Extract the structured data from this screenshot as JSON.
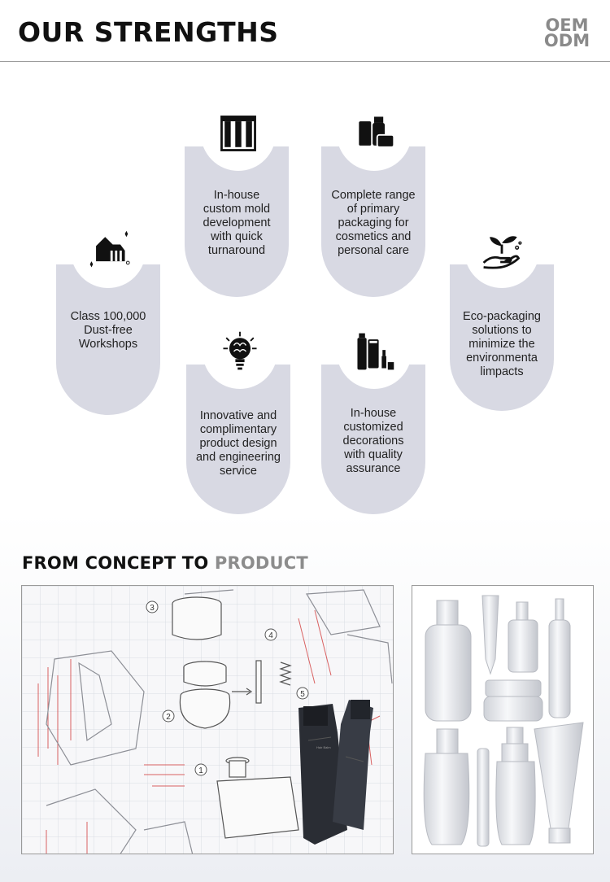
{
  "header": {
    "title": "OUR STRENGTHS",
    "brand_line1": "OEM",
    "brand_line2": "ODM"
  },
  "strengths": [
    {
      "icon": "factory-icon",
      "text": "Class 100,000\nDust-free\nWorkshops"
    },
    {
      "icon": "mold-icon",
      "text": "In-house\ncustom mold\ndevelopment\nwith quick\nturnaround"
    },
    {
      "icon": "bottles-icon",
      "text": "Complete range\nof primary\npackaging for\ncosmetics and\npersonal care"
    },
    {
      "icon": "lightbulb-brain-icon",
      "text": "Innovative and\ncomplimentary\nproduct design\nand engineering\nservice"
    },
    {
      "icon": "logo-products-icon",
      "text": "In-house\ncustomized\ndecorations\nwith quality\nassurance"
    },
    {
      "icon": "plant-hand-icon",
      "text": "Eco-packaging\nsolutions to\nminimize the\nenvironmenta\nlimpacts"
    }
  ],
  "section2": {
    "title_dark": "FROM CONCEPT TO",
    "title_gray": "PRODUCT"
  },
  "drawing": {
    "callouts": [
      "3",
      "4",
      "2",
      "5",
      "1"
    ],
    "tube_label": "Hair Balm"
  },
  "colors": {
    "card_fill": "#d8d9e3",
    "accent_gray": "#8c8c8c",
    "drawing_red": "#d23c3c"
  }
}
